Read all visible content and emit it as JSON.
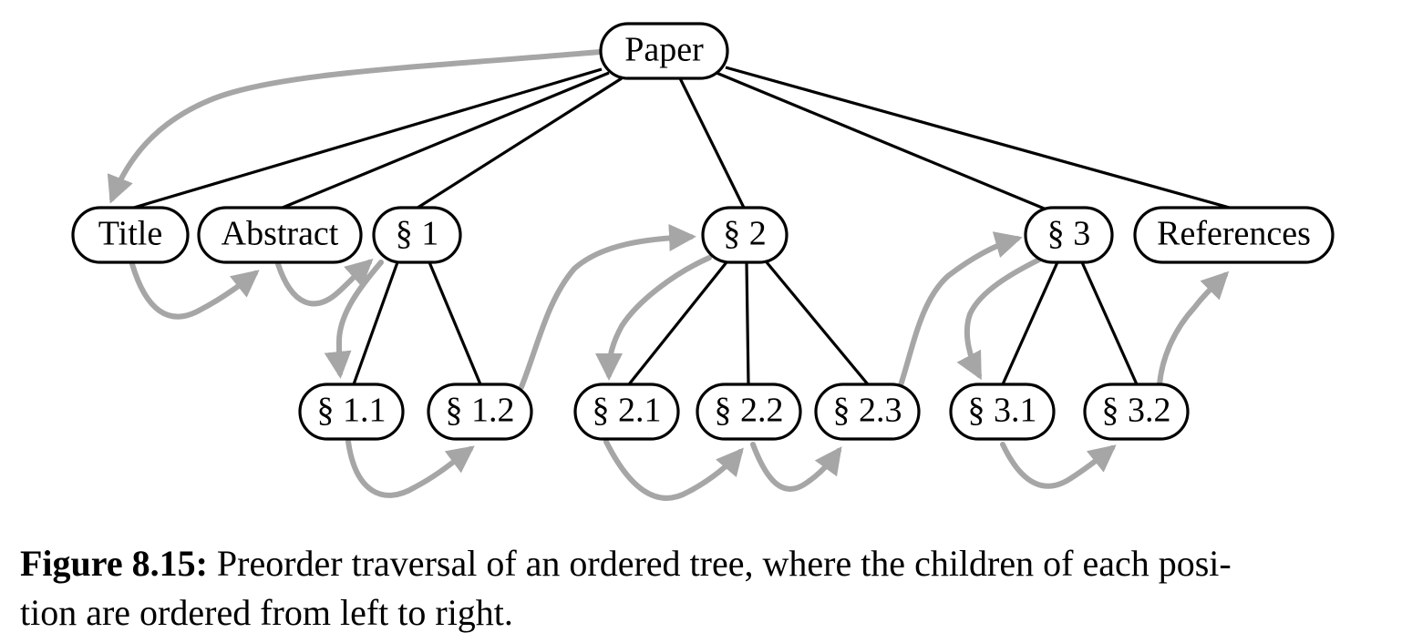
{
  "nodes": {
    "paper": "Paper",
    "title": "Title",
    "abstract": "Abstract",
    "s1": "§ 1",
    "s2": "§ 2",
    "s3": "§ 3",
    "references": "References",
    "s11": "§ 1.1",
    "s12": "§ 1.2",
    "s21": "§ 2.1",
    "s22": "§ 2.2",
    "s23": "§ 2.3",
    "s31": "§ 3.1",
    "s32": "§ 3.2"
  },
  "caption": {
    "label": "Figure 8.15:",
    "line1": " Preorder traversal of an ordered tree, where the children of each posi-",
    "line2": "tion are ordered from left to right."
  },
  "colors": {
    "edge": "#000000",
    "traversal": "#a6a6a6",
    "node_border": "#000000"
  }
}
